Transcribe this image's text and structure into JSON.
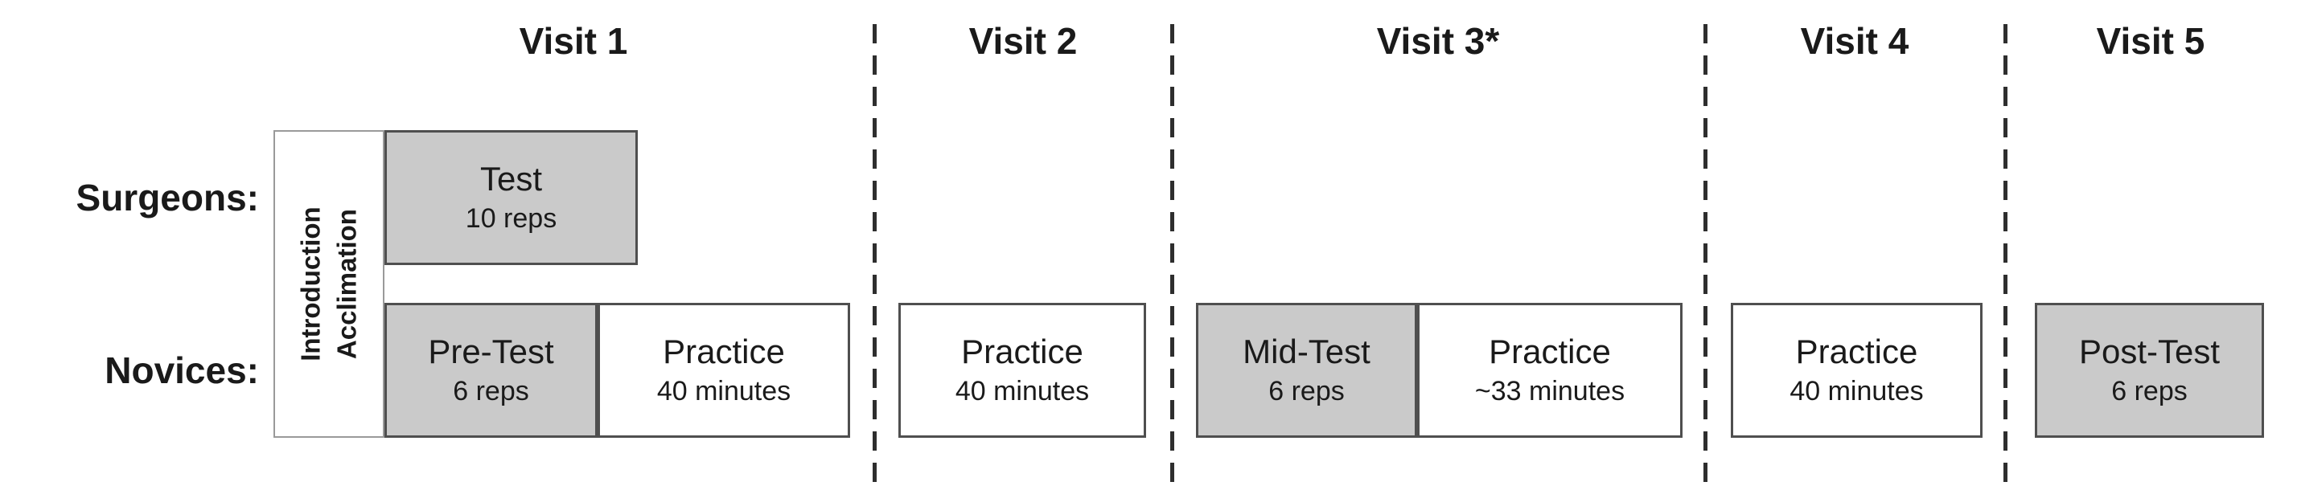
{
  "figure": {
    "visits": [
      {
        "label": "Visit 1"
      },
      {
        "label": "Visit 2"
      },
      {
        "label": "Visit 3*"
      },
      {
        "label": "Visit 4"
      },
      {
        "label": "Visit 5"
      }
    ],
    "row_labels": {
      "surgeons": "Surgeons:",
      "novices": "Novices:"
    },
    "intro_box": {
      "line1": "Introduction",
      "line2": "Acclimation"
    },
    "boxes": {
      "surgeon_test": {
        "title": "Test",
        "subtitle": "10 reps"
      },
      "novice_pretest": {
        "title": "Pre-Test",
        "subtitle": "6 reps"
      },
      "novice_practice1": {
        "title": "Practice",
        "subtitle": "40 minutes"
      },
      "novice_practice2": {
        "title": "Practice",
        "subtitle": "40 minutes"
      },
      "novice_midtest": {
        "title": "Mid-Test",
        "subtitle": "6 reps"
      },
      "novice_practice3": {
        "title": "Practice",
        "subtitle": "~33 minutes"
      },
      "novice_practice4": {
        "title": "Practice",
        "subtitle": "40 minutes"
      },
      "novice_posttest": {
        "title": "Post-Test",
        "subtitle": "6 reps"
      }
    },
    "colors": {
      "test_fill": "#cacaca",
      "practice_fill": "#ffffff",
      "box_border": "#4f4f4f",
      "divider": "#2e2e2e",
      "intro_border": "#9a9a9a",
      "ink": "#1a1a1a"
    }
  }
}
